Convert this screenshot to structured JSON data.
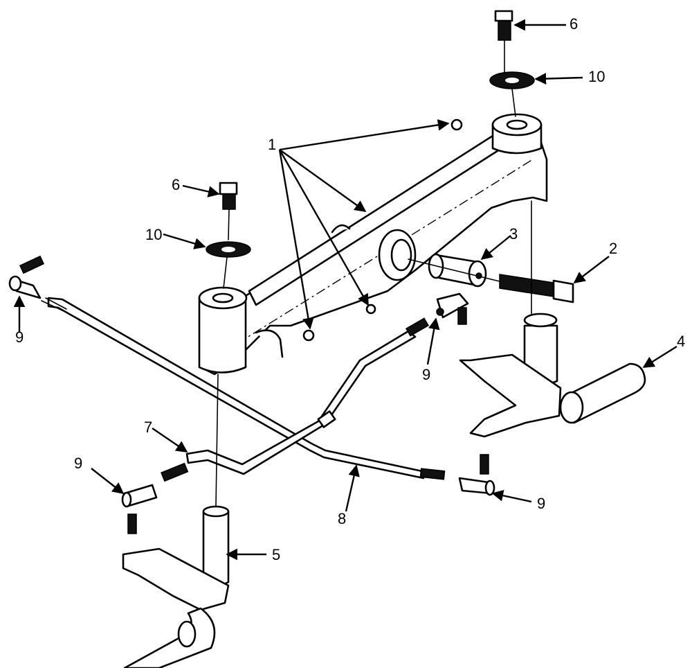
{
  "callouts": {
    "c1": "1",
    "c2": "2",
    "c3": "3",
    "c4": "4",
    "c5": "5",
    "c6_top": "6",
    "c6_left": "6",
    "c7": "7",
    "c8": "8",
    "c9_top_left": "9",
    "c9_center": "9",
    "c9_lower_left": "9",
    "c9_lower_right": "9",
    "c10_top": "10",
    "c10_left": "10"
  }
}
